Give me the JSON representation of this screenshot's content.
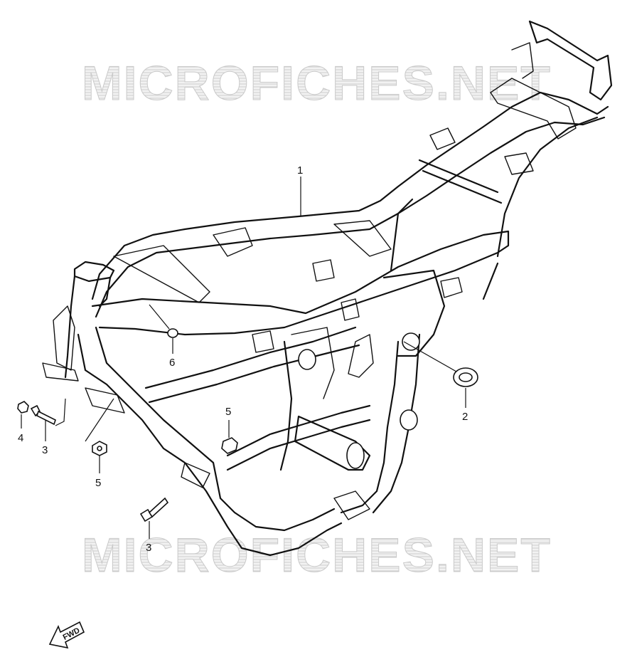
{
  "watermark": {
    "top_text": "MICROFICHES.NET",
    "bottom_text": "MICROFICHES.NET"
  },
  "callouts": {
    "frame": "1",
    "grommet": "2",
    "bolt_left": "3",
    "nut_left": "4",
    "nut_bottom_left": "5",
    "cap": "6",
    "nut_center": "5",
    "bolt_bottom": "3"
  },
  "fwd_label": "FWD"
}
